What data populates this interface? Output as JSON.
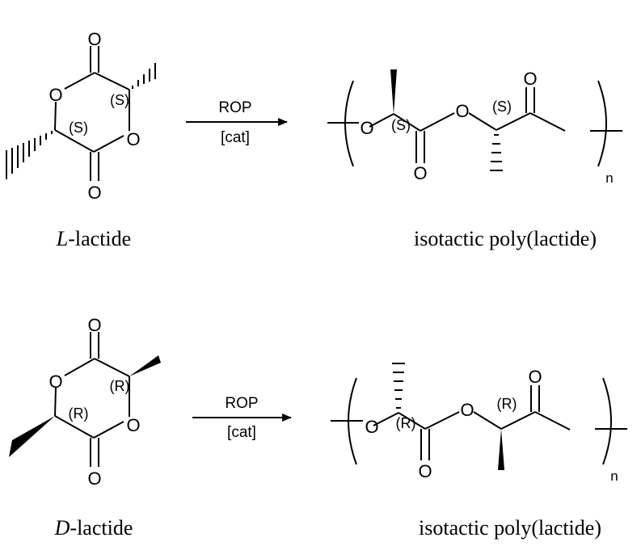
{
  "atoms": {
    "O": "O",
    "S": "(S)",
    "R": "(R)",
    "n": "n"
  },
  "reactions": [
    {
      "arrow_top": "ROP",
      "arrow_bottom": "[cat]",
      "monomer_prefix": "L",
      "monomer_suffix": "-lactide",
      "product": "isotactic poly(lactide)"
    },
    {
      "arrow_top": "ROP",
      "arrow_bottom": "[cat]",
      "monomer_prefix": "D",
      "monomer_suffix": "-lactide",
      "product": "isotactic poly(lactide)"
    }
  ]
}
